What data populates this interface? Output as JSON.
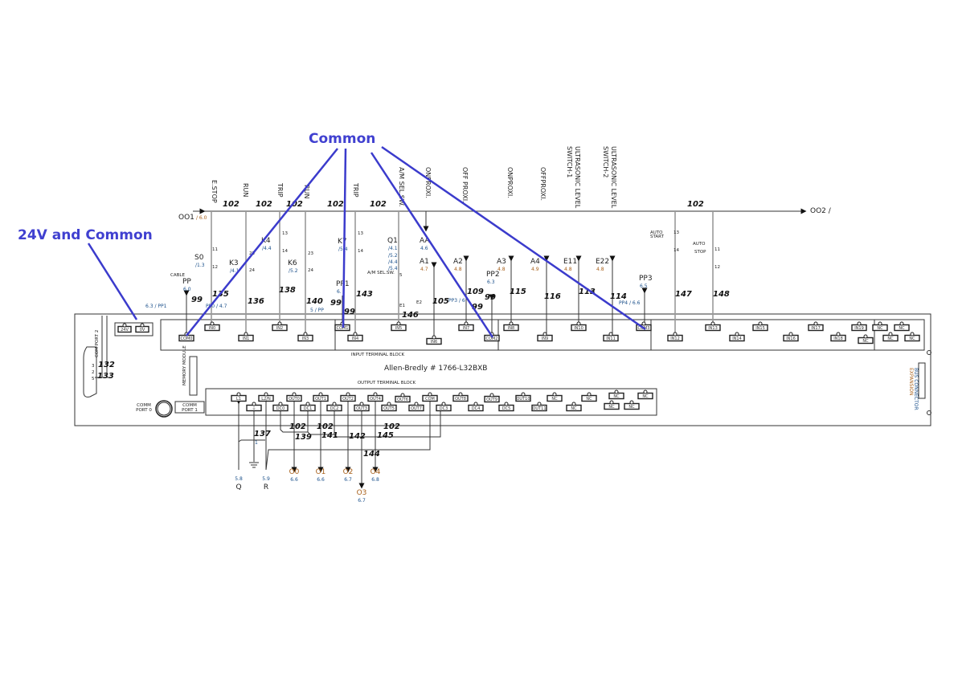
{
  "annotations": {
    "common": "Common",
    "power": "24V and Common",
    "color": "#4040d0"
  },
  "rails": {
    "left_ref": "OO1",
    "left_page": "/ 6.0",
    "right_ref": "OO2 /",
    "wire_top": "102"
  },
  "device_titles": [
    "E.STOP",
    "RUN",
    "TRIP",
    "RUN",
    "TRIP",
    "A/M SEL.SW.",
    "ONPROXI.",
    "OFF PROXI.",
    "ONPROXI.",
    "OFFPROXI.",
    "ULTRASONIC LEVEL",
    "SWITCH-1",
    "ULTRASONIC LEVEL",
    "SWITCH-2"
  ],
  "devices": [
    {
      "tag": "S0",
      "ref": "/1.3"
    },
    {
      "tag": "K3",
      "ref": "/4.1"
    },
    {
      "tag": "K4",
      "ref": "/4.4"
    },
    {
      "tag": "K6",
      "ref": "/5.2"
    },
    {
      "tag": "K7",
      "ref": "/5.4"
    },
    {
      "tag": "Q1",
      "ref": "/4.1"
    },
    {
      "tag": "",
      "ref": "/5.2"
    },
    {
      "tag": "",
      "ref": "/4.4"
    },
    {
      "tag": "",
      "ref": "/5.4"
    },
    {
      "tag": "AA",
      "ref": "4.6"
    },
    {
      "tag": "A1",
      "ref": "4.7"
    },
    {
      "tag": "A2",
      "ref": "4.8"
    },
    {
      "tag": "A3",
      "ref": "4.8"
    },
    {
      "tag": "A4",
      "ref": "4.9"
    },
    {
      "tag": "E11",
      "ref": "4.8"
    },
    {
      "tag": "E22",
      "ref": "4.8"
    },
    {
      "tag": "PP",
      "ref": "6.0"
    },
    {
      "tag": "PP1",
      "ref": "6."
    },
    {
      "tag": "PP2",
      "ref": "6.3"
    },
    {
      "tag": "PP3",
      "ref": "6.5"
    }
  ],
  "misc_labels": [
    "CABLE",
    "A/M SEL.SW.",
    "AUTO",
    "START",
    "AUTO",
    "STOP",
    "6.3 / PP1",
    "PP0 / 4.7",
    "5 / PP",
    "PP3 / 6",
    "PP4 / 6.6",
    "E1",
    "E2",
    "5"
  ],
  "contact_numbers": [
    "11",
    "12",
    "23",
    "24",
    "13",
    "14",
    "23",
    "24",
    "13",
    "14",
    "13",
    "14",
    "11",
    "12"
  ],
  "wire_numbers": [
    "135",
    "136",
    "138",
    "140",
    "143",
    "146",
    "105",
    "109",
    "115",
    "116",
    "113",
    "114",
    "147",
    "148",
    "99",
    "99",
    "99",
    "99",
    "99",
    "102",
    "102",
    "102",
    "102",
    "102",
    "102"
  ],
  "plc": {
    "model": "Allen-Bredly # 1766-L32BXB",
    "input_block": "INPUT TERMINAL BLOCK",
    "output_block": "OUTPUT TERMINAL BLOCK",
    "memory_module": "MEMORY MODULE",
    "comm_port0": [
      "COMM",
      "PORT 0"
    ],
    "comm_port1": [
      "COMM",
      "PORT 1"
    ],
    "com_port2": "COM PORT 2",
    "expansion": [
      "EXPANSION",
      "BUS CONNECTOR"
    ],
    "power": [
      "24V",
      "0V"
    ],
    "port_pins": [
      "3",
      "2",
      "5"
    ],
    "port_wires": [
      "132",
      "133"
    ]
  },
  "input_terminals": [
    "COM0",
    "IN0",
    "IN1",
    "IN2",
    "IN3",
    "COM1",
    "IN4",
    "IN5",
    "IN6",
    "IN7",
    "COM2",
    "IN8",
    "IN9",
    "IN10",
    "IN11",
    "COM3",
    "IN12",
    "IN13",
    "IN14",
    "IN15",
    "IN16",
    "IN17",
    "IN18",
    "IN19",
    "NC",
    "NC",
    "NC",
    "NC",
    "NC"
  ],
  "output_terminals": [
    "L1",
    "⏚",
    "L2/N",
    "DC0",
    "OUT0",
    "DC1",
    "OUT1",
    "DC2",
    "OUT2",
    "OUT3",
    "OUT4",
    "OUT5",
    "OUT6",
    "OUT7",
    "COM",
    "DC3",
    "OUT8",
    "DC4",
    "OUT9",
    "DC5",
    "OUT10",
    "OUT11",
    "NC",
    "NC",
    "NC",
    "NC",
    "NC",
    "NC",
    "NC"
  ],
  "output_wires": [
    "137",
    "139",
    "141",
    "142",
    "144",
    "145",
    "102",
    "102",
    "102",
    "1"
  ],
  "output_targets": [
    {
      "tag": "Q",
      "ref": "5.8"
    },
    {
      "tag": "R",
      "ref": "5.9"
    },
    {
      "tag": "O0",
      "ref": "6.6"
    },
    {
      "tag": "O1",
      "ref": "6.6"
    },
    {
      "tag": "O2",
      "ref": "6.7"
    },
    {
      "tag": "O4",
      "ref": "6.8"
    },
    {
      "tag": "O3",
      "ref": "6.7"
    }
  ]
}
